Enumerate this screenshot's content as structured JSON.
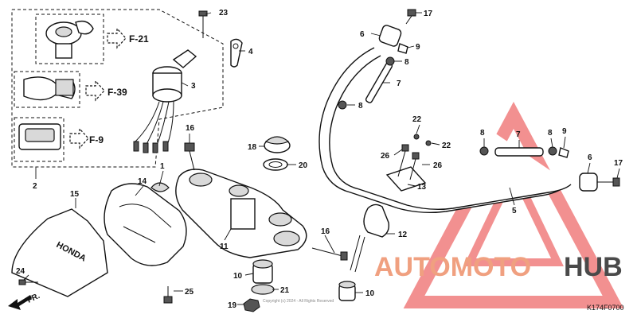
{
  "diagram": {
    "diagram_code": "K174F0700",
    "copyright_note": "Copyright (c) 2024 - All Rights Reserved",
    "front_label": "FR.",
    "references": [
      {
        "label": "F-21"
      },
      {
        "label": "F-39"
      },
      {
        "label": "F-9"
      }
    ],
    "callouts": {
      "n1": "1",
      "n2": "2",
      "n3": "3",
      "n4": "4",
      "n5": "5",
      "n6a": "6",
      "n6b": "6",
      "n7a": "7",
      "n7b": "7",
      "n8a": "8",
      "n8b": "8",
      "n8c": "8",
      "n8d": "8",
      "n9a": "9",
      "n9b": "9",
      "n10a": "10",
      "n10b": "10",
      "n11": "11",
      "n12": "12",
      "n13": "13",
      "n14": "14",
      "n15": "15",
      "n16a": "16",
      "n16b": "16",
      "n17a": "17",
      "n17b": "17",
      "n18": "18",
      "n19": "19",
      "n20": "20",
      "n21": "21",
      "n22a": "22",
      "n22b": "22",
      "n23": "23",
      "n24": "24",
      "n25": "25",
      "n26a": "26",
      "n26b": "26"
    },
    "brand_cover_text": "HONDA",
    "watermark": {
      "part1": "AUTOMOTO",
      "part2": "HUB",
      "color_primary": "#f0a080",
      "color_secondary": "#4a4a4a",
      "triangle_color": "#ee6b6b"
    }
  }
}
